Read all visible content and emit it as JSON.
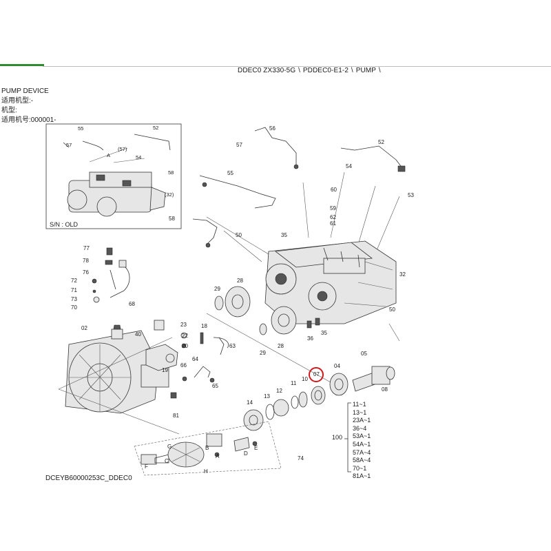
{
  "header": {
    "breadcrumb": [
      "DDEC0 ZX330-5G",
      "PDDEC0-E1-2",
      "PUMP"
    ],
    "separator": "\\",
    "accent_color": "#2e8b2e"
  },
  "title_block": {
    "name": "PUMP DEVICE",
    "applicable_model": "适用机型:-",
    "model": "机型:",
    "serial": "适用机号:000001-"
  },
  "inset": {
    "label": "S/N : OLD",
    "callouts": [
      "55",
      "52",
      "57",
      "(57)",
      "54",
      "A",
      "58",
      "(32)"
    ]
  },
  "callouts": [
    "56",
    "57",
    "52",
    "54",
    "53",
    "55",
    "50",
    "60",
    "59",
    "62",
    "61",
    "58",
    "35",
    "32",
    "77",
    "78",
    "76",
    "72",
    "71",
    "73",
    "70",
    "68",
    "29",
    "28",
    "50",
    "36",
    "35",
    "02",
    "23",
    "18",
    "40",
    "22",
    "20",
    "63",
    "19",
    "66",
    "64",
    "65",
    "81",
    "29",
    "28",
    "05",
    "04",
    "07",
    "08",
    "10",
    "11",
    "12",
    "13",
    "14",
    "74"
  ],
  "kit_letters": [
    "A",
    "B",
    "C",
    "D",
    "E",
    "F",
    "G",
    "H"
  ],
  "highlighted_callout": "07",
  "highlight_color": "#d0191c",
  "parts_group": {
    "total": "100",
    "items": [
      "11~1",
      "13~1",
      "23A~1",
      "36~4",
      "53A~1",
      "54A~1",
      "57A~4",
      "58A~4",
      "70~1",
      "81A~1"
    ]
  },
  "footer_code": "DCEYB60000253C_DDEC0"
}
